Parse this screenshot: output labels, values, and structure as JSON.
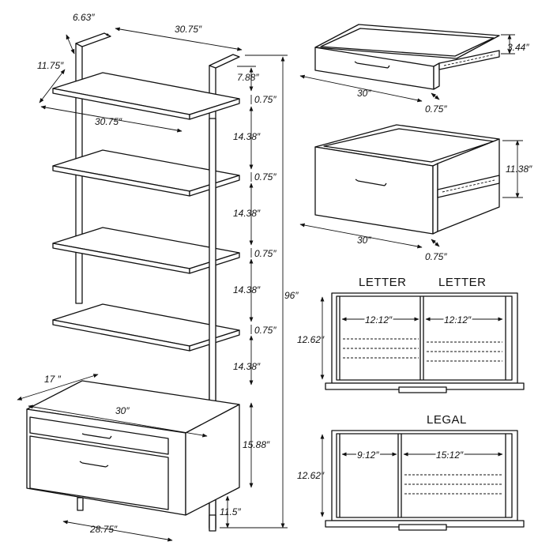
{
  "bookcase": {
    "bracket_depth": "6.63″",
    "top_width": "30.75″",
    "shelf_depth": "11.75″",
    "top_gap": "7.88″",
    "shelf_width": "30.75″",
    "shelf_thickness": [
      "0.75″",
      "0.75″",
      "0.75″",
      "0.75″"
    ],
    "shelf_spacing": [
      "14.38″",
      "14.38″",
      "14.38″",
      "14.38″"
    ],
    "total_height": "96″",
    "cabinet_depth": "17 ″",
    "cabinet_width": "30″",
    "cabinet_height": "15.88″",
    "leg_height": "11.5″",
    "base_width": "28.75″"
  },
  "small_drawer": {
    "height": "3.44″",
    "width": "30″",
    "front_thickness": "0.75″"
  },
  "large_drawer": {
    "height": "11.38″",
    "width": "30″",
    "front_thickness": "0.75″"
  },
  "letter_drawer": {
    "captions": [
      "LETTER",
      "LETTER"
    ],
    "depth": "12.62″",
    "left_width": "12.12″",
    "right_width": "12.12″"
  },
  "legal_drawer": {
    "caption": "LEGAL",
    "depth": "12.62″",
    "left_width": "9.12″",
    "right_width": "15.12″"
  }
}
